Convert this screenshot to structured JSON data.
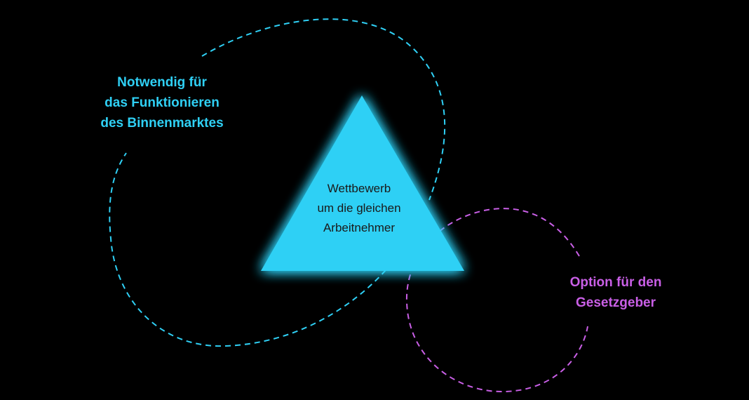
{
  "colors": {
    "background": "#000000",
    "cyan": "#2fd0f5",
    "cyan_glow": "#2fd0f5",
    "magenta": "#c95fe6",
    "center_text": "#1a1a1a"
  },
  "left_label": {
    "lines": [
      "Notwendig für",
      "das Funktionieren",
      "des Binnenmarktes"
    ]
  },
  "right_label": {
    "lines": [
      "Option für den",
      "Gesetzgeber"
    ]
  },
  "center": {
    "lines": [
      "Wettbewerb",
      "um die gleichen",
      "Arbeitnehmer"
    ]
  }
}
